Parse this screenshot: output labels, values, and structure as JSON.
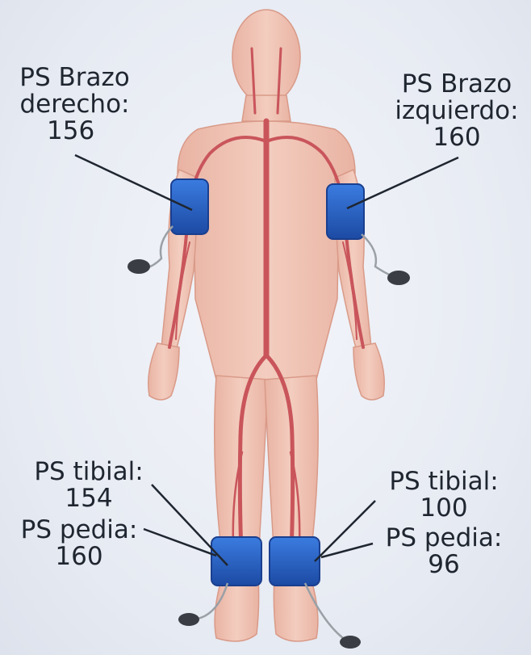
{
  "labels": {
    "right_arm": {
      "line1": "PS Brazo",
      "line2": "derecho:",
      "value": "156"
    },
    "left_arm": {
      "line1": "PS Brazo",
      "line2": "izquierdo:",
      "value": "160"
    },
    "right_tibial": {
      "name": "PS tibial:",
      "value": "154"
    },
    "right_pedia": {
      "name": "PS pedia:",
      "value": "160"
    },
    "left_tibial": {
      "name": "PS tibial:",
      "value": "100"
    },
    "left_pedia": {
      "name": "PS pedia:",
      "value": "96"
    }
  },
  "colors": {
    "skin": "#efc3b4",
    "skin_shadow": "#e3a797",
    "artery": "#c9555b",
    "cuff": "#2a63c9",
    "cuff_dark": "#1a3f8f",
    "text": "#1f2630"
  }
}
